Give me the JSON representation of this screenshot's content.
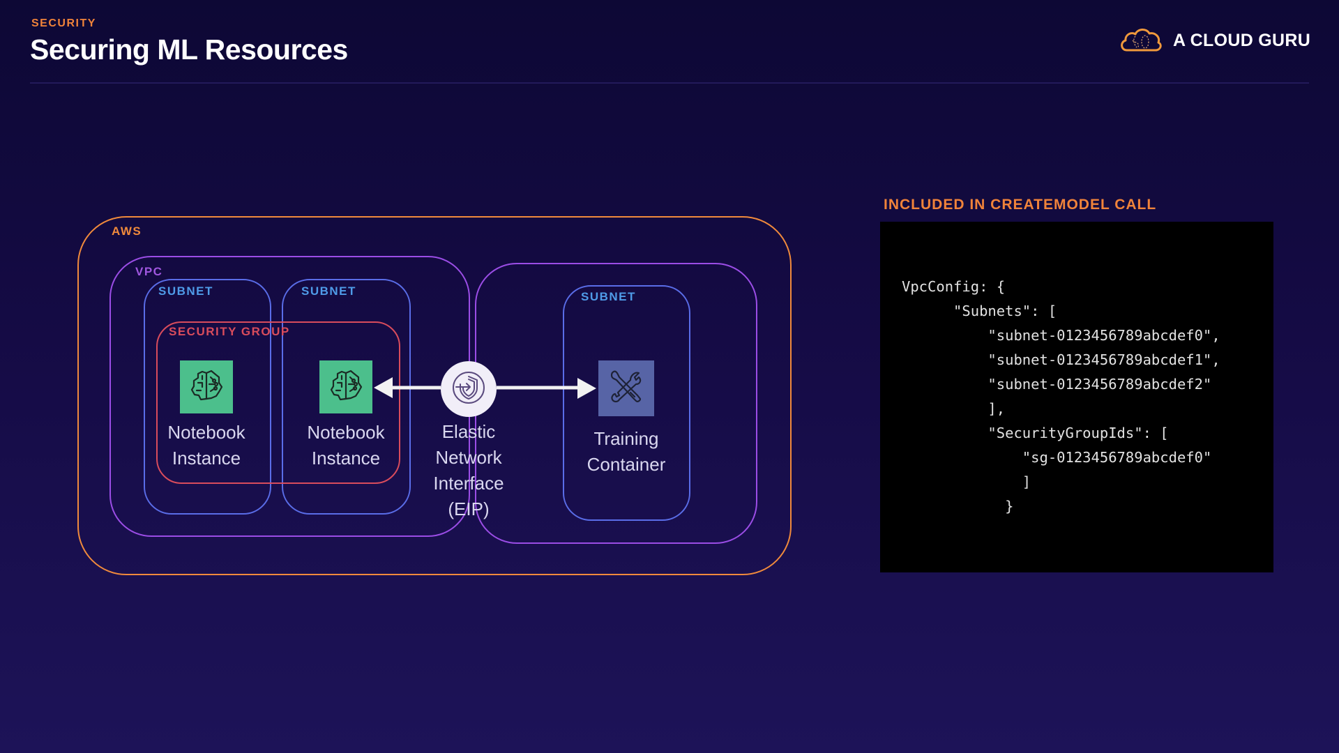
{
  "header": {
    "eyebrow": "SECURITY",
    "title": "Securing ML Resources",
    "logo_text": "A CLOUD GURU",
    "logo_icon": "cloud-guru-icon"
  },
  "diagram": {
    "aws_label": "AWS",
    "vpc_label": "VPC",
    "subnet_labels": [
      "SUBNET",
      "SUBNET",
      "SUBNET"
    ],
    "security_group_label": "SECURITY GROUP",
    "nodes": [
      {
        "id": "notebook-1",
        "label_line1": "Notebook",
        "label_line2": "Instance",
        "icon": "brain-circuit-icon"
      },
      {
        "id": "notebook-2",
        "label_line1": "Notebook",
        "label_line2": "Instance",
        "icon": "brain-circuit-icon"
      },
      {
        "id": "eni",
        "label_line1": "Elastic",
        "label_line2": "Network",
        "label_line3": "Interface",
        "label_line4": "(EIP)",
        "icon": "shield-enter-icon"
      },
      {
        "id": "training",
        "label_line1": "Training",
        "label_line2": "Container",
        "icon": "wrench-screwdriver-icon"
      }
    ],
    "edges": [
      {
        "from": "eni",
        "to": "notebook-2"
      },
      {
        "from": "eni",
        "to": "training"
      }
    ],
    "colors": {
      "aws": "#f08a3c",
      "vpc": "#9b4de6",
      "subnet": "#5a6de8",
      "security_group": "#d94c5c",
      "notebook_icon_bg": "#4cbf8c",
      "training_icon_bg": "#5764a6"
    }
  },
  "code_panel": {
    "heading": "INCLUDED IN CREATEMODEL CALL",
    "lines": [
      "VpcConfig: {",
      "      \"Subnets\": [",
      "          \"subnet-0123456789abcdef0\",",
      "          \"subnet-0123456789abcdef1\",",
      "          \"subnet-0123456789abcdef2\"",
      "          ],",
      "          \"SecurityGroupIds\": [",
      "              \"sg-0123456789abcdef0\"",
      "              ]",
      "            }"
    ]
  }
}
